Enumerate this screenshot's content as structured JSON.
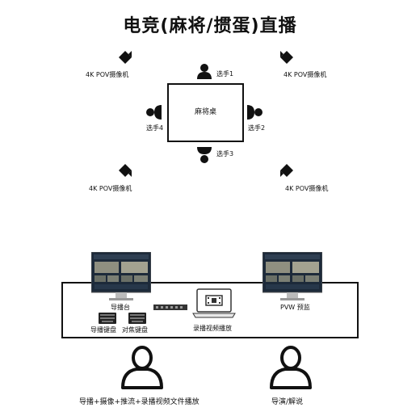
{
  "title": "电竞(麻将/掼蛋)直播",
  "table": {
    "label": "麻将桌"
  },
  "players": [
    {
      "label": "选手1"
    },
    {
      "label": "选手2"
    },
    {
      "label": "选手3"
    },
    {
      "label": "选手4"
    }
  ],
  "cameras": [
    {
      "label": "4K POV摄像机"
    },
    {
      "label": "4K POV摄像机"
    },
    {
      "label": "4K POV摄像机"
    },
    {
      "label": "4K POV摄像机"
    }
  ],
  "equipment": {
    "director_station": "导播台",
    "director_keyboard": "导播键盘",
    "focus_keyboard": "对焦键盘",
    "recorder": "录播视频播放",
    "pvw_monitor": "PVW 预监"
  },
  "staff": [
    {
      "label": "导播+摄像+推流+录播视频文件播放"
    },
    {
      "label": "导演/解说"
    }
  ]
}
